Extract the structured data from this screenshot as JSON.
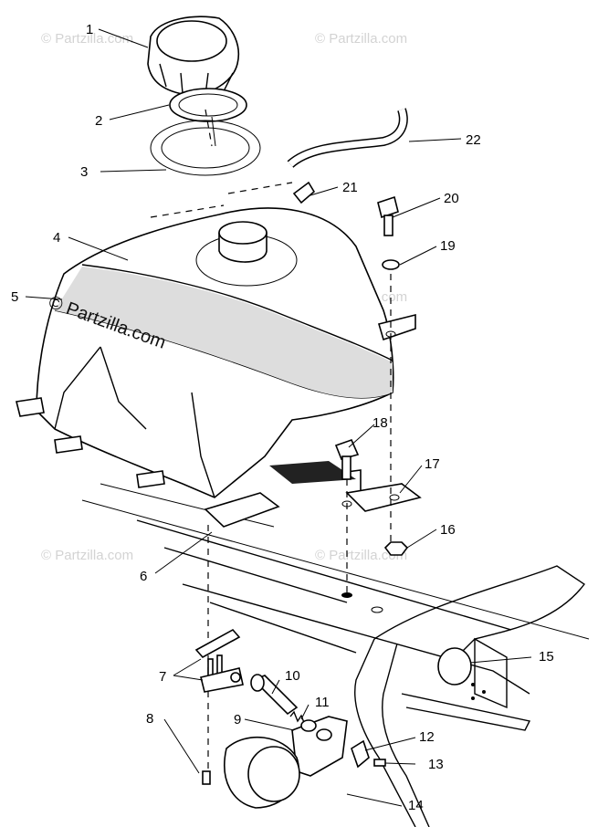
{
  "diagram": {
    "callouts": [
      {
        "id": "1",
        "label": "1"
      },
      {
        "id": "2",
        "label": "2"
      },
      {
        "id": "3",
        "label": "3"
      },
      {
        "id": "4",
        "label": "4"
      },
      {
        "id": "5",
        "label": "5"
      },
      {
        "id": "6",
        "label": "6"
      },
      {
        "id": "7",
        "label": "7"
      },
      {
        "id": "8",
        "label": "8"
      },
      {
        "id": "9",
        "label": "9"
      },
      {
        "id": "10",
        "label": "10"
      },
      {
        "id": "11",
        "label": "11"
      },
      {
        "id": "12",
        "label": "12"
      },
      {
        "id": "13",
        "label": "13"
      },
      {
        "id": "14",
        "label": "14"
      },
      {
        "id": "15",
        "label": "15"
      },
      {
        "id": "16",
        "label": "16"
      },
      {
        "id": "17",
        "label": "17"
      },
      {
        "id": "18",
        "label": "18"
      },
      {
        "id": "19",
        "label": "19"
      },
      {
        "id": "20",
        "label": "20"
      },
      {
        "id": "21",
        "label": "21"
      },
      {
        "id": "22",
        "label": "22"
      }
    ],
    "watermark": {
      "main": "© Partzilla.com",
      "faint": "© Partzilla.com"
    }
  }
}
